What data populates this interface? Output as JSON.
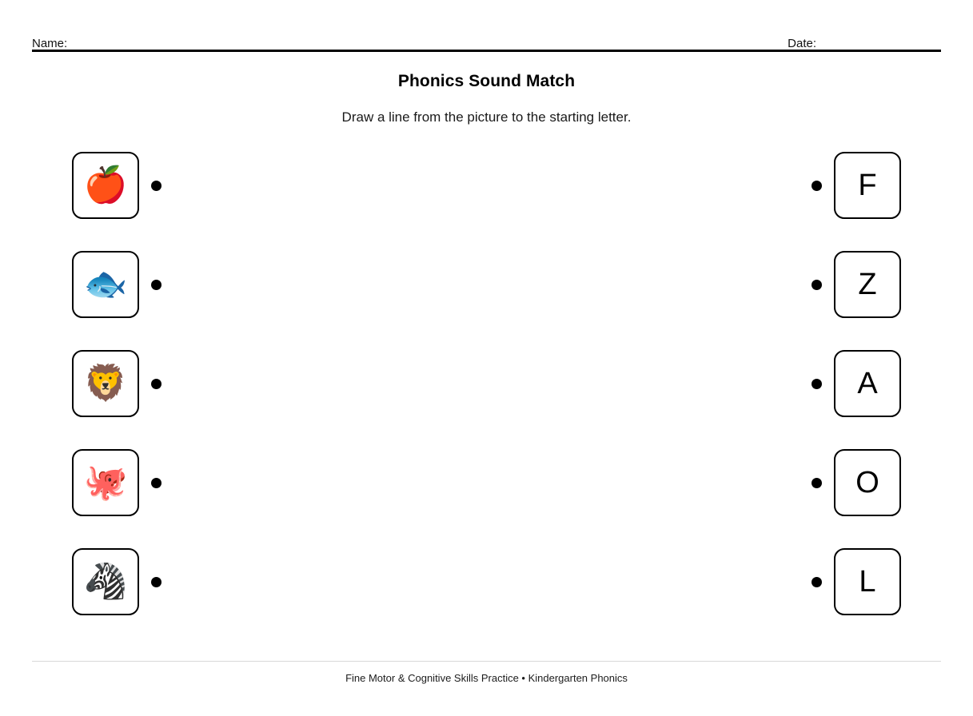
{
  "header": {
    "name_label": "Name:",
    "date_label": "Date:"
  },
  "title": "Phonics Sound Match",
  "subtitle": "Draw a line from the picture to the starting letter.",
  "footer": {
    "text": "Fine Motor & Cognitive Skills Practice • Kindergarten Phonics"
  },
  "colors": {
    "ink": "#000000",
    "page_background": "#ffffff",
    "footer_rule": "#d8d8d8",
    "header_rule": "#000000"
  },
  "match": {
    "pictures": [
      {
        "icon_name": "apple-icon",
        "glyph": "🍎"
      },
      {
        "icon_name": "fish-icon",
        "glyph": "🐟"
      },
      {
        "icon_name": "lion-icon",
        "glyph": "🦁"
      },
      {
        "icon_name": "octopus-icon",
        "glyph": "🐙"
      },
      {
        "icon_name": "zebra-icon",
        "glyph": "🦓"
      }
    ],
    "letters": [
      {
        "letter": "F"
      },
      {
        "letter": "Z"
      },
      {
        "letter": "A"
      },
      {
        "letter": "O"
      },
      {
        "letter": "L"
      }
    ]
  }
}
